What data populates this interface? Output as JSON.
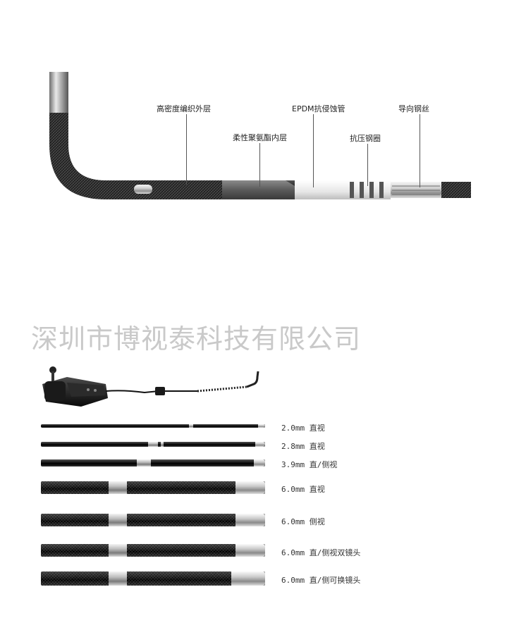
{
  "diagram": {
    "callouts": [
      "高密度编织外层",
      "柔性聚氨酯内层",
      "EPDM抗侵蚀管",
      "抗压钢圈",
      "导向钢丝"
    ]
  },
  "watermark": "深圳市博视泰科技有限公司",
  "probes": [
    {
      "label": "2.0mm 直视"
    },
    {
      "label": "2.8mm 直视"
    },
    {
      "label": "3.9mm 直/侧视"
    },
    {
      "label": "6.0mm 直视"
    },
    {
      "label": "6.0mm 侧视"
    },
    {
      "label": "6.0mm 直/侧视双镜头"
    },
    {
      "label": "6.0mm 直/侧可换镜头"
    }
  ],
  "colors": {
    "watermark": "#c9c9c9",
    "cable": "#111111",
    "metal": "#c0c0c0"
  }
}
